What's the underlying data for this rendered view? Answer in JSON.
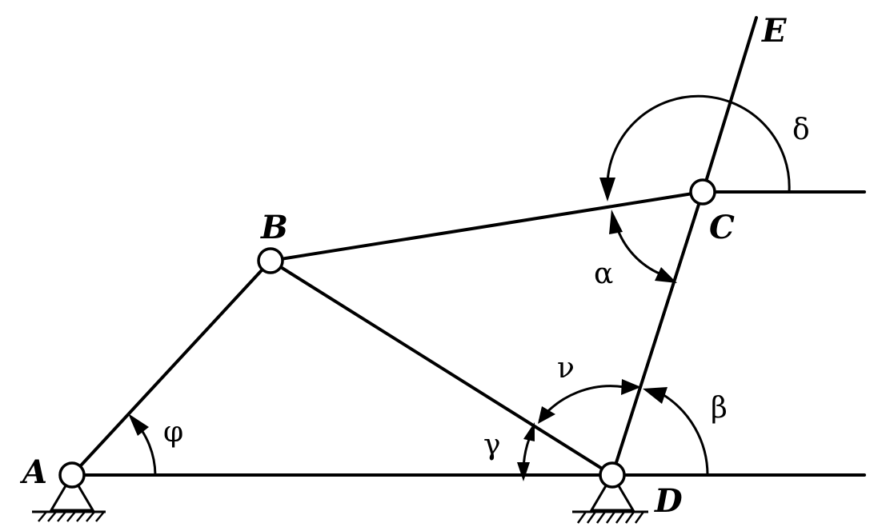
{
  "points": {
    "A": "A",
    "B": "B",
    "C": "C",
    "D": "D",
    "E": "E"
  },
  "angles": {
    "phi": "φ",
    "alpha": "α",
    "beta": "β",
    "gamma": "γ",
    "delta": "δ",
    "nu": "ν"
  }
}
